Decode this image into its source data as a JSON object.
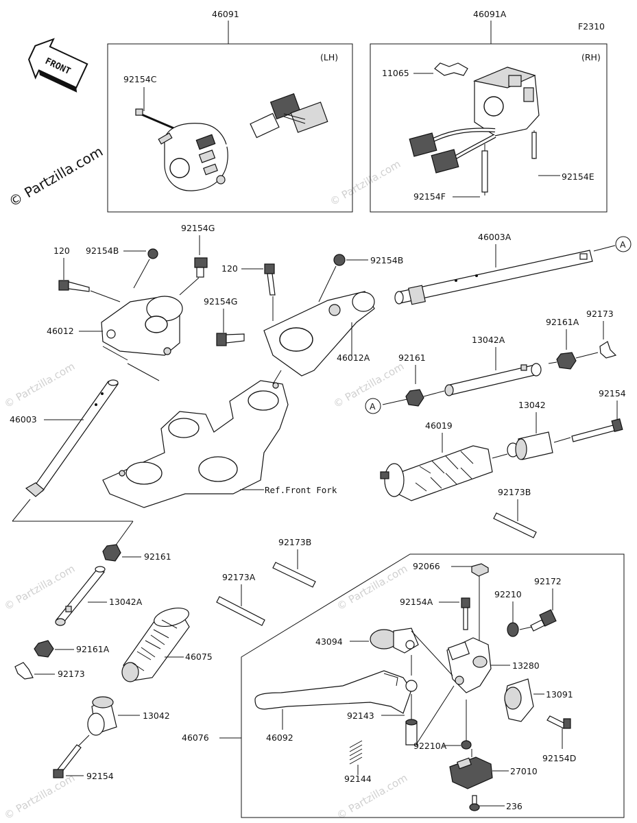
{
  "figure_code": "F2310",
  "front_arrow": "FRONT",
  "copyright": "© Partzilla.com",
  "watermark": "© Partzilla.com",
  "box_lh_tag": "(LH)",
  "box_rh_tag": "(RH)",
  "ref_front_fork": "Ref.Front Fork",
  "callout_a": "A",
  "parts": {
    "p46091": "46091",
    "p46091A": "46091A",
    "p92154C": "92154C",
    "p11065": "11065",
    "p92154E": "92154E",
    "p92154F": "92154F",
    "p120_left": "120",
    "p92154B_left": "92154B",
    "p92154G_top": "92154G",
    "p120_mid": "120",
    "p92154B_mid": "92154B",
    "p92154G_mid": "92154G",
    "p46003A": "46003A",
    "p46012": "46012",
    "p46012A": "46012A",
    "p92161A_r": "92161A",
    "p92173_r": "92173",
    "p13042A_r": "13042A",
    "p92161_r": "92161",
    "p46003": "46003",
    "p13042_r": "13042",
    "p92154_r": "92154",
    "p46019": "46019",
    "p92173B_r": "92173B",
    "p92161_l": "92161",
    "p13042A_l": "13042A",
    "p92161A_l": "92161A",
    "p92173_l": "92173",
    "p46075": "46075",
    "p13042_l": "13042",
    "p92154_l": "92154",
    "p92173B_m": "92173B",
    "p92173A_m": "92173A",
    "p92066": "92066",
    "p92154A": "92154A",
    "p92210": "92210",
    "p92172": "92172",
    "p43094": "43094",
    "p13280": "13280",
    "p13091": "13091",
    "p92143": "92143",
    "p46092": "46092",
    "p46076": "46076",
    "p92210A": "92210A",
    "p92154D": "92154D",
    "p92144": "92144",
    "p27010": "27010",
    "p236": "236"
  }
}
